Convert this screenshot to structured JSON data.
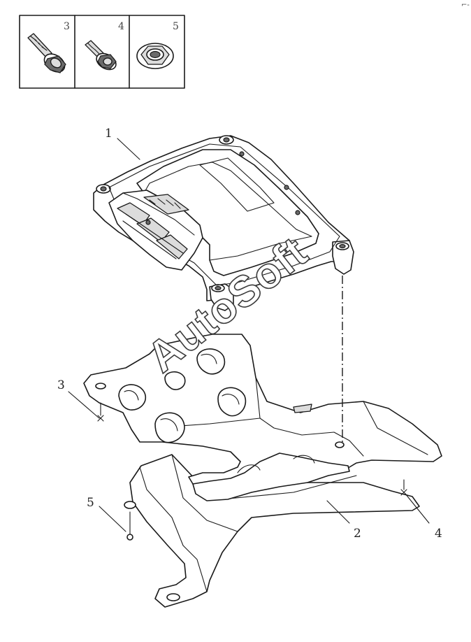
{
  "parts_box": {
    "cells": [
      {
        "label": "3",
        "icon": "flange-bolt-icon"
      },
      {
        "label": "4",
        "icon": "washer-bolt-icon"
      },
      {
        "label": "5",
        "icon": "flange-nut-icon"
      }
    ]
  },
  "callouts": {
    "ecu": "1",
    "bracket": "2",
    "left_bolt": "3",
    "right_bolt": "4",
    "nut": "5"
  },
  "watermark": "AutoSoft",
  "corner_mark": "⌐-"
}
